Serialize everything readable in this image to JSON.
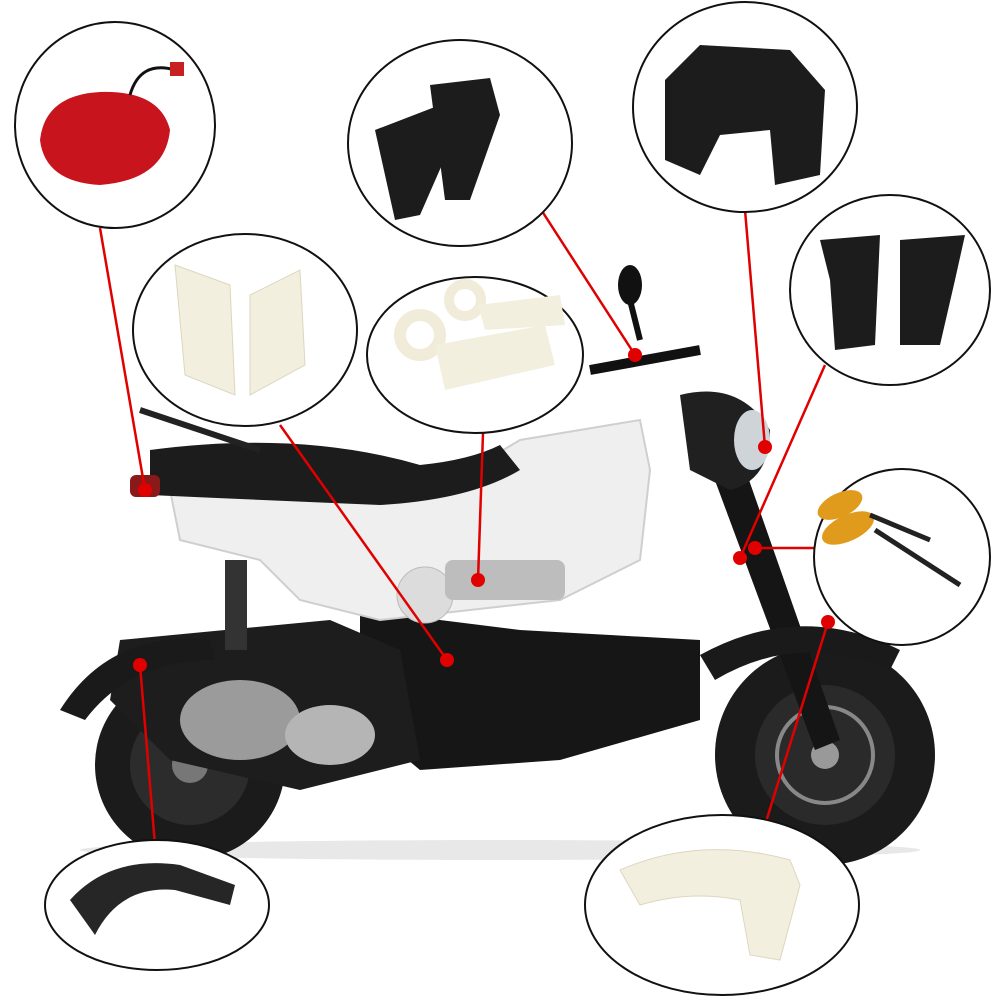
{
  "colors": {
    "callout_line": "#e00000",
    "callout_dot": "#e00000",
    "bubble_border": "#111111",
    "body_white": "#eeeeee",
    "body_black": "#1a1a1a",
    "part_ivory": "#f3efdf",
    "tail_light_red": "#c8141c",
    "signal_amber": "#e09a1c"
  },
  "parts": [
    {
      "name": "tail-light"
    },
    {
      "name": "rear-side-covers"
    },
    {
      "name": "hand-guards"
    },
    {
      "name": "frame-side-covers"
    },
    {
      "name": "headlight-cover"
    },
    {
      "name": "fork-covers"
    },
    {
      "name": "turn-signals"
    },
    {
      "name": "rear-fender"
    },
    {
      "name": "front-fender"
    }
  ]
}
